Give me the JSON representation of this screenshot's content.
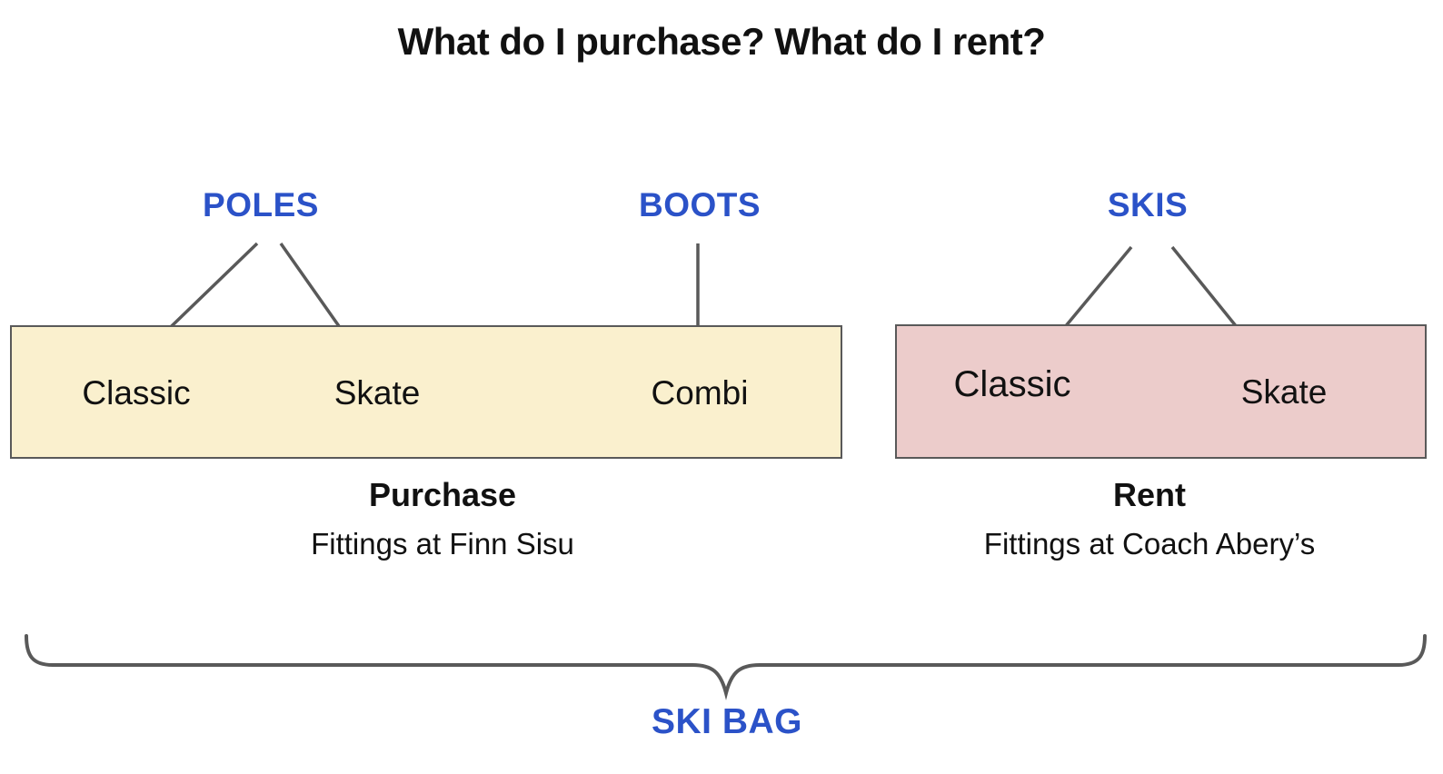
{
  "title": "What do I purchase? What do I rent?",
  "colors": {
    "accent_blue": "#2b52c8",
    "line_gray": "#595959",
    "purchase_box_fill": "#faf0ce",
    "rent_box_fill": "#eccccb",
    "text_black": "#111111"
  },
  "categories": [
    {
      "label": "POLES"
    },
    {
      "label": "BOOTS"
    },
    {
      "label": "SKIS"
    }
  ],
  "purchase_box": {
    "items": [
      "Classic",
      "Skate",
      "Combi"
    ],
    "caption_title": "Purchase",
    "caption_subtitle": "Fittings at Finn Sisu"
  },
  "rent_box": {
    "items": [
      "Classic",
      "Skate"
    ],
    "caption_title": "Rent",
    "caption_subtitle": "Fittings at Coach Abery’s"
  },
  "arrows": [
    {
      "from": "POLES",
      "to": "Classic (purchase)"
    },
    {
      "from": "POLES",
      "to": "Skate (purchase)"
    },
    {
      "from": "BOOTS",
      "to": "Combi (purchase)"
    },
    {
      "from": "SKIS",
      "to": "Classic (rent)"
    },
    {
      "from": "SKIS",
      "to": "Skate (rent)"
    }
  ],
  "brace_label": "SKI BAG"
}
